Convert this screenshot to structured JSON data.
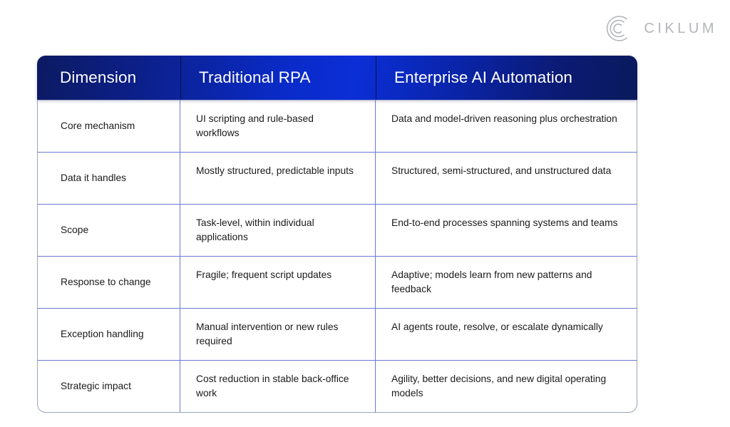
{
  "brand": {
    "name": "CIKLUM",
    "mark_icon": "ciklum-c-arcs-icon"
  },
  "table": {
    "columns": [
      "Dimension",
      "Traditional RPA",
      "Enterprise AI Automation"
    ],
    "header_gradient_from": "#0c1a61",
    "header_gradient_mid": "#0b2ed6",
    "header_gradient_to": "#0a1a5c",
    "divider_color": "#6a7ad2",
    "outer_border_color": "#9aa4bb",
    "rows": [
      {
        "dimension": "Core mechanism",
        "traditional_rpa": "UI scripting and rule-based workflows",
        "enterprise_ai": "Data and model-driven reasoning plus orchestration"
      },
      {
        "dimension": "Data it handles",
        "traditional_rpa": "Mostly structured, predictable inputs",
        "enterprise_ai": "Structured, semi-structured, and unstructured data"
      },
      {
        "dimension": "Scope",
        "traditional_rpa": "Task-level, within individual applications",
        "enterprise_ai": "End-to-end processes spanning systems and teams"
      },
      {
        "dimension": "Response to change",
        "traditional_rpa": "Fragile; frequent script updates",
        "enterprise_ai": "Adaptive; models learn from new patterns and feedback"
      },
      {
        "dimension": "Exception handling",
        "traditional_rpa": "Manual intervention or new rules required",
        "enterprise_ai": "AI agents route, resolve, or escalate dynamically"
      },
      {
        "dimension": "Strategic impact",
        "traditional_rpa": "Cost reduction in stable back-office work",
        "enterprise_ai": "Agility, better decisions, and new digital operating models"
      }
    ]
  }
}
